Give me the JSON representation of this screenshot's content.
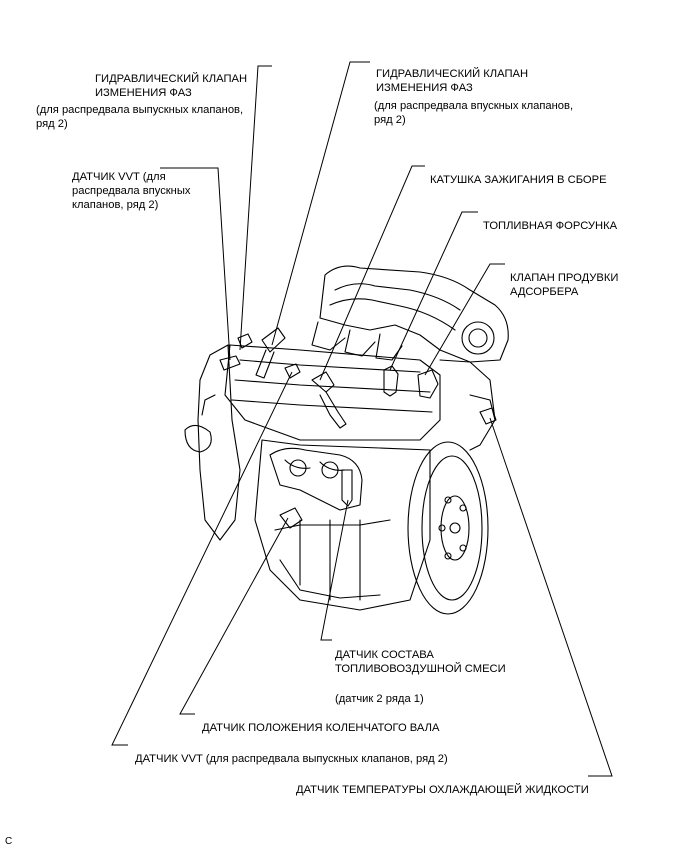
{
  "labels": {
    "exhaust_ocv": {
      "main": "ГИДРАВЛИЧЕСКИЙ КЛАПАН\nИЗМЕНЕНИЯ ФАЗ",
      "sub": "(для распредвала выпускных клапанов,\nряд 2)"
    },
    "intake_ocv": {
      "main": "ГИДРАВЛИЧЕСКИЙ КЛАПАН\nИЗМЕНЕНИЯ ФАЗ",
      "sub": "(для распредвала впускных клапанов,\nряд 2)"
    },
    "vvt_intake": {
      "main": "ДАТЧИК VVT (для\nраспредвала впускных\nклапанов, ряд 2)"
    },
    "ignition_coil": {
      "main": "КАТУШКА ЗАЖИГАНИЯ В СБОРЕ"
    },
    "fuel_injector": {
      "main": "ТОПЛИВНАЯ ФОРСУНКА"
    },
    "purge_valve": {
      "main": "КЛАПАН ПРОДУВКИ\nАДСОРБЕРА"
    },
    "af_sensor": {
      "main": "ДАТЧИК СОСТАВА\nТОПЛИВОВОЗДУШНОЙ СМЕСИ",
      "sub": "(датчик 2 ряда 1)"
    },
    "crank_sensor": {
      "main": "ДАТЧИК ПОЛОЖЕНИЯ КОЛЕНЧАТОГО ВАЛА"
    },
    "vvt_exhaust": {
      "main": "ДАТЧИК VVT (для распредвала выпускных клапанов, ряд 2)"
    },
    "coolant_temp": {
      "main": "ДАТЧИК ТЕМПЕРАТУРЫ ОХЛАЖДАЮЩЕЙ ЖИДКОСТИ"
    }
  },
  "footer_code": "C"
}
